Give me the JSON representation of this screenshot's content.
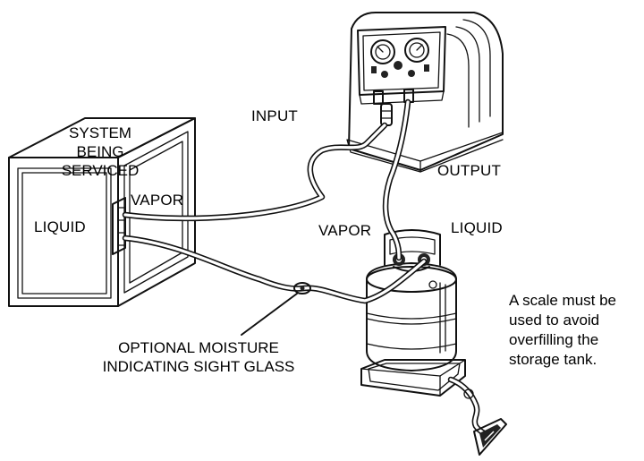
{
  "labels": {
    "system": [
      "SYSTEM",
      "BEING",
      "SERVICED"
    ],
    "liquid_left": "LIQUID",
    "vapor_left": "VAPOR",
    "input": "INPUT",
    "output": "OUTPUT",
    "vapor_tank": "VAPOR",
    "liquid_tank": "LIQUID",
    "sight_glass": [
      "OPTIONAL MOISTURE",
      "INDICATING SIGHT GLASS"
    ],
    "scale_note": [
      "A scale must be",
      "used to avoid",
      "overfilling the",
      "storage tank."
    ]
  }
}
